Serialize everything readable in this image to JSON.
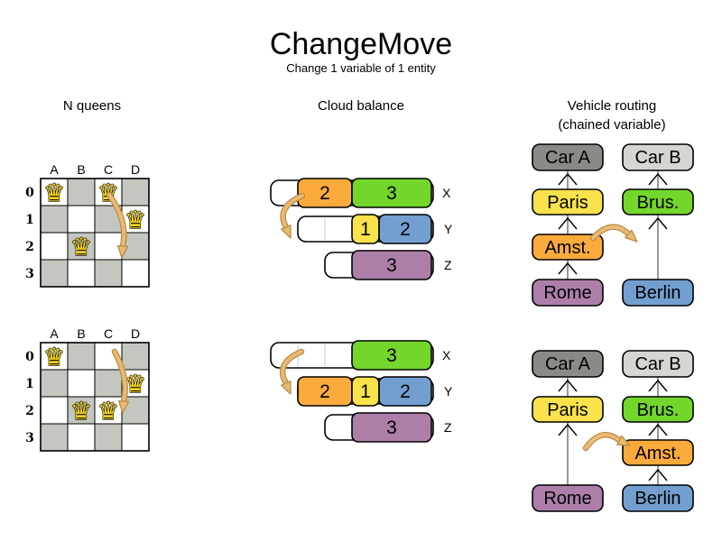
{
  "header": {
    "title": "ChangeMove",
    "subtitle": "Change 1 variable of 1 entity"
  },
  "sections": {
    "nqueens_title": "N queens",
    "cloud_title": "Cloud balance",
    "vehicle_title": "Vehicle routing",
    "vehicle_subtitle": "(chained variable)"
  },
  "palette": {
    "orange": "#FBAB3C",
    "green": "#73D62B",
    "blue": "#729FCF",
    "yellow": "#F9E24B",
    "purple": "#AD7FA8",
    "car_a_gray": "#898B86",
    "car_b_gray": "#D3D7CF",
    "board_gray": "#C3C7BF",
    "queen_gold": "#F2D118",
    "arrow_fill": "#E8BA74",
    "arrow_outline": "#B98B44",
    "chain_line": "#7F7F7F",
    "divider": "#C8C8C8"
  },
  "nqueens": {
    "columns": [
      "A",
      "B",
      "C",
      "D"
    ],
    "rows": [
      "0",
      "1",
      "2",
      "3"
    ],
    "queen_glyph": "♛",
    "before": {
      "queens": [
        "A0",
        "C0",
        "D1",
        "B2"
      ],
      "move_from": "C0",
      "move_to": "C2"
    },
    "after": {
      "queens": [
        "A0",
        "D1",
        "B2",
        "C2"
      ],
      "move_from": "C0",
      "move_to": "C2"
    }
  },
  "cloud": {
    "row_labels": [
      "X",
      "Y",
      "Z"
    ],
    "before": {
      "x": {
        "segments": [
          {
            "value": "2",
            "color": "orange"
          },
          {
            "value": "3",
            "color": "green"
          }
        ]
      },
      "y": {
        "segments": [
          {
            "value": "1",
            "color": "yellow"
          },
          {
            "value": "2",
            "color": "blue"
          }
        ]
      },
      "z": {
        "segments": [
          {
            "value": "3",
            "color": "purple"
          }
        ]
      }
    },
    "after": {
      "x": {
        "segments": [
          {
            "value": "3",
            "color": "green"
          }
        ]
      },
      "y": {
        "segments": [
          {
            "value": "2",
            "color": "orange"
          },
          {
            "value": "1",
            "color": "yellow"
          },
          {
            "value": "2",
            "color": "blue"
          }
        ]
      },
      "z": {
        "segments": [
          {
            "value": "3",
            "color": "purple"
          }
        ]
      }
    }
  },
  "vehicle": {
    "boxes": {
      "car_a": "Car A",
      "car_b": "Car B",
      "paris": "Paris",
      "brus": "Brus.",
      "amst": "Amst.",
      "rome": "Rome",
      "berlin": "Berlin"
    },
    "before": {
      "chain_car_a": [
        "Rome",
        "Amst.",
        "Paris",
        "Car A"
      ],
      "chain_car_b": [
        "Berlin",
        "Brus.",
        "Car B"
      ]
    },
    "after": {
      "chain_car_a": [
        "Rome",
        "Paris",
        "Car A"
      ],
      "chain_car_b": [
        "Berlin",
        "Amst.",
        "Brus.",
        "Car B"
      ]
    }
  }
}
